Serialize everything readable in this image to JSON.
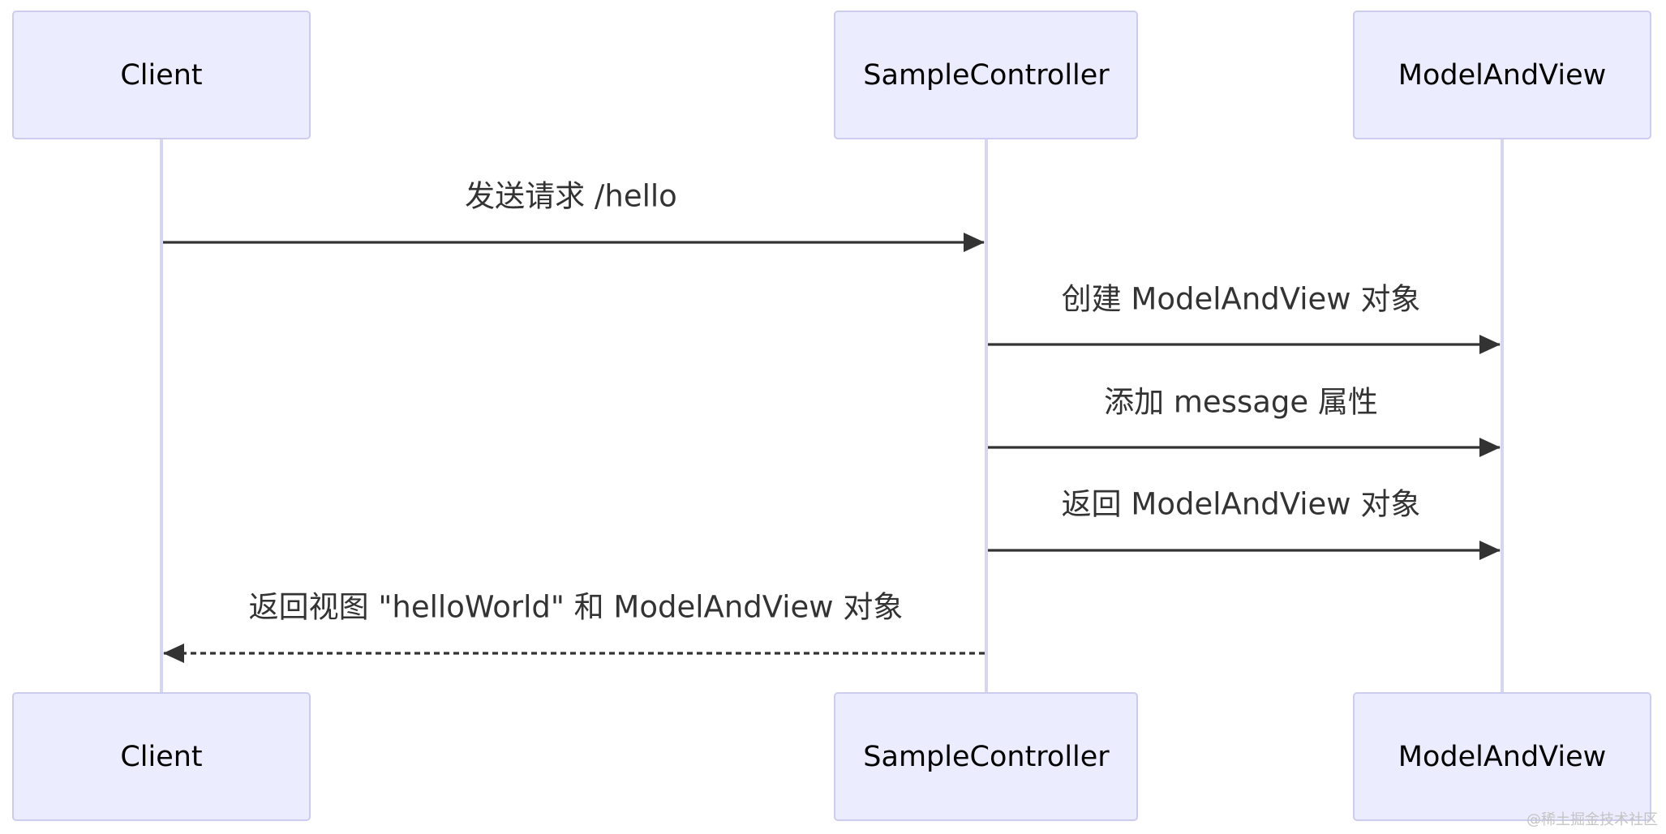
{
  "participants": [
    {
      "id": "client",
      "label": "Client"
    },
    {
      "id": "controller",
      "label": "SampleController"
    },
    {
      "id": "mav",
      "label": "ModelAndView"
    }
  ],
  "messages": [
    {
      "from": "client",
      "to": "controller",
      "label": "发送请求 /hello",
      "style": "solid"
    },
    {
      "from": "controller",
      "to": "mav",
      "label": "创建 ModelAndView 对象",
      "style": "solid"
    },
    {
      "from": "controller",
      "to": "mav",
      "label": "添加 message 属性",
      "style": "solid"
    },
    {
      "from": "controller",
      "to": "mav",
      "label": "返回 ModelAndView 对象",
      "style": "solid"
    },
    {
      "from": "controller",
      "to": "client",
      "label": "返回视图 \"helloWorld\" 和 ModelAndView 对象",
      "style": "dashed"
    }
  ],
  "watermark": "@稀土掘金技术社区",
  "colors": {
    "actor_fill": "#ECECFF",
    "actor_border": "#CCCCEE",
    "lifeline": "#D6D6F2",
    "arrow": "#333333"
  }
}
